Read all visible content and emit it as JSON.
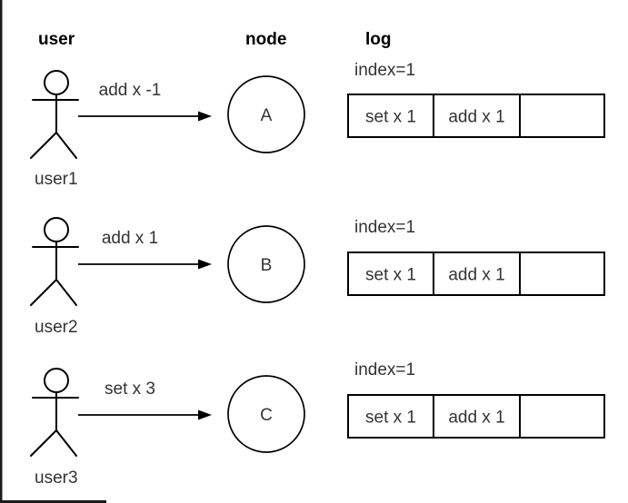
{
  "diagram": {
    "headers": {
      "user": "user",
      "node": "node",
      "log": "log"
    },
    "rows": [
      {
        "user": "user1",
        "message": "add x -1",
        "node": "A",
        "log": {
          "index_label": "index=1",
          "entries": [
            "set x 1",
            "add x 1",
            ""
          ]
        }
      },
      {
        "user": "user2",
        "message": "add x 1",
        "node": "B",
        "log": {
          "index_label": "index=1",
          "entries": [
            "set x 1",
            "add x 1",
            ""
          ]
        }
      },
      {
        "user": "user3",
        "message": "set x 3",
        "node": "C",
        "log": {
          "index_label": "index=1",
          "entries": [
            "set x 1",
            "add x 1",
            ""
          ]
        }
      }
    ],
    "colors": {
      "stroke": "#000000",
      "label_text": "#333333",
      "header_text": "#000000",
      "background": "#ffffff"
    }
  }
}
